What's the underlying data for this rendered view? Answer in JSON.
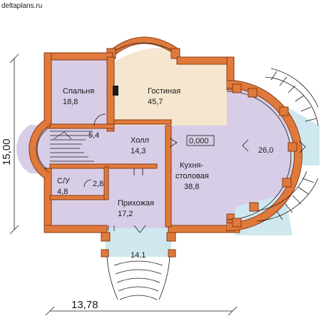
{
  "site": "deltaplans.ru",
  "dimensions": {
    "width": "13,78",
    "height": "15,00"
  },
  "level_mark": "0,000",
  "rooms": {
    "bedroom": {
      "name": "Спальня",
      "area": "18,8"
    },
    "living": {
      "name": "Гостиная",
      "area": "45,7"
    },
    "hall": {
      "name": "Холл",
      "area": "14,3"
    },
    "stair": {
      "area": "5,4"
    },
    "kitchen": {
      "name_line1": "Кухня-",
      "name_line2": "столовая",
      "area": "38,8"
    },
    "bay": {
      "area": "26,0"
    },
    "wc": {
      "name": "С/У",
      "area": "4,8"
    },
    "closet": {
      "area": "2,8"
    },
    "entrance": {
      "name": "Прихожая",
      "area": "17,2"
    },
    "porch": {
      "area": "14,1"
    }
  },
  "colors": {
    "wall": "#e07a3c",
    "wall_stroke": "#8a3a12",
    "floor_lilac": "#d8cde6",
    "floor_beige": "#f5e6cf",
    "glass": "#cfe8f0",
    "line": "#1a1a1a"
  }
}
